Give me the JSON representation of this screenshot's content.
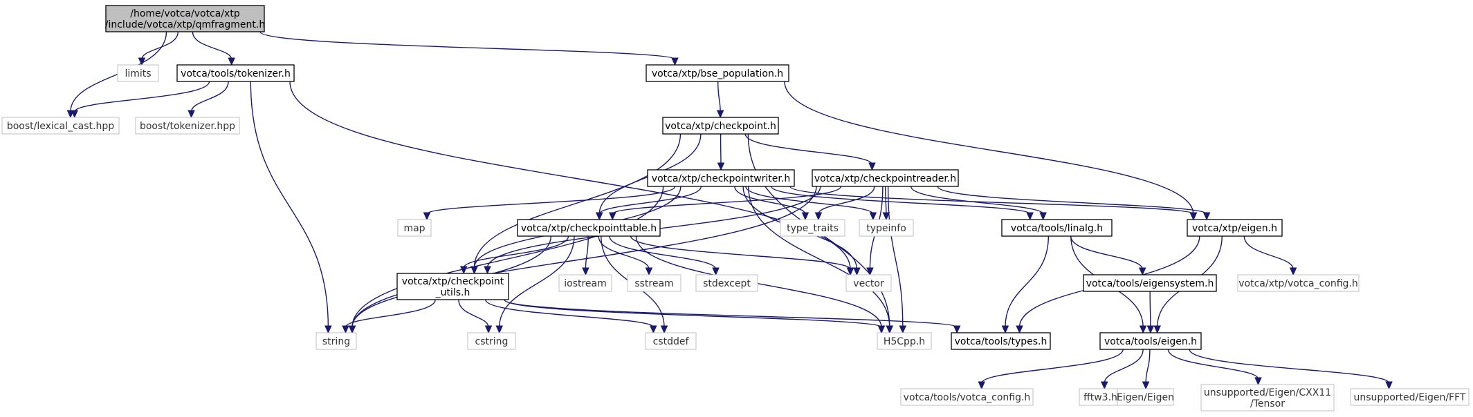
{
  "graph": {
    "colors": {
      "edge": "#191970",
      "root_fill": "#bfbfbf",
      "node_border": "#000000",
      "system_border": "#bfbfbf"
    },
    "nodes": [
      {
        "id": "root",
        "kind": "root",
        "lines": [
          "/home/votca/votca/xtp",
          "/include/votca/xtp/qmfragment.h"
        ]
      },
      {
        "id": "limits",
        "kind": "sys",
        "lines": [
          "limits"
        ]
      },
      {
        "id": "tokenizer_h",
        "kind": "local",
        "lines": [
          "votca/tools/tokenizer.h"
        ]
      },
      {
        "id": "bse_population",
        "kind": "local",
        "lines": [
          "votca/xtp/bse_population.h"
        ]
      },
      {
        "id": "lexical_cast",
        "kind": "sys",
        "lines": [
          "boost/lexical_cast.hpp"
        ]
      },
      {
        "id": "boost_tokenizer",
        "kind": "sys",
        "lines": [
          "boost/tokenizer.hpp"
        ]
      },
      {
        "id": "checkpoint_h",
        "kind": "local",
        "lines": [
          "votca/xtp/checkpoint.h"
        ]
      },
      {
        "id": "checkpointwriter",
        "kind": "local",
        "lines": [
          "votca/xtp/checkpointwriter.h"
        ]
      },
      {
        "id": "checkpointreader",
        "kind": "local",
        "lines": [
          "votca/xtp/checkpointreader.h"
        ]
      },
      {
        "id": "map",
        "kind": "sys",
        "lines": [
          "map"
        ]
      },
      {
        "id": "checkpointtable",
        "kind": "local",
        "lines": [
          "votca/xtp/checkpointtable.h"
        ]
      },
      {
        "id": "type_traits",
        "kind": "sys",
        "lines": [
          "type_traits"
        ]
      },
      {
        "id": "typeinfo",
        "kind": "sys",
        "lines": [
          "typeinfo"
        ]
      },
      {
        "id": "linalg",
        "kind": "local",
        "lines": [
          "votca/tools/linalg.h"
        ]
      },
      {
        "id": "xtp_eigen",
        "kind": "local",
        "lines": [
          "votca/xtp/eigen.h"
        ]
      },
      {
        "id": "checkpoint_utils",
        "kind": "local",
        "lines": [
          "votca/xtp/checkpoint",
          "_utils.h"
        ]
      },
      {
        "id": "iostream",
        "kind": "sys",
        "lines": [
          "iostream"
        ]
      },
      {
        "id": "sstream",
        "kind": "sys",
        "lines": [
          "sstream"
        ]
      },
      {
        "id": "stdexcept",
        "kind": "sys",
        "lines": [
          "stdexcept"
        ]
      },
      {
        "id": "vector",
        "kind": "sys",
        "lines": [
          "vector"
        ]
      },
      {
        "id": "eigensystem",
        "kind": "local",
        "lines": [
          "votca/tools/eigensystem.h"
        ]
      },
      {
        "id": "xtp_votca_config",
        "kind": "sys",
        "lines": [
          "votca/xtp/votca_config.h"
        ]
      },
      {
        "id": "string",
        "kind": "sys",
        "lines": [
          "string"
        ]
      },
      {
        "id": "cstring",
        "kind": "sys",
        "lines": [
          "cstring"
        ]
      },
      {
        "id": "cstddef",
        "kind": "sys",
        "lines": [
          "cstddef"
        ]
      },
      {
        "id": "h5cpp",
        "kind": "sys",
        "lines": [
          "H5Cpp.h"
        ]
      },
      {
        "id": "tools_types",
        "kind": "local",
        "lines": [
          "votca/tools/types.h"
        ]
      },
      {
        "id": "tools_eigen",
        "kind": "local",
        "lines": [
          "votca/tools/eigen.h"
        ]
      },
      {
        "id": "tools_votca_config",
        "kind": "sys",
        "lines": [
          "votca/tools/votca_config.h"
        ]
      },
      {
        "id": "fftw3",
        "kind": "sys",
        "lines": [
          "fftw3.h"
        ]
      },
      {
        "id": "eigen_eigen",
        "kind": "sys",
        "lines": [
          "Eigen/Eigen"
        ]
      },
      {
        "id": "eigen_tensor",
        "kind": "sys",
        "lines": [
          "unsupported/Eigen/CXX11",
          "/Tensor"
        ]
      },
      {
        "id": "eigen_fft",
        "kind": "sys",
        "lines": [
          "unsupported/Eigen/FFT"
        ]
      }
    ],
    "edges": [
      [
        "root",
        "lexical_cast"
      ],
      [
        "root",
        "limits"
      ],
      [
        "root",
        "tokenizer_h"
      ],
      [
        "root",
        "bse_population"
      ],
      [
        "tokenizer_h",
        "lexical_cast"
      ],
      [
        "tokenizer_h",
        "boost_tokenizer"
      ],
      [
        "tokenizer_h",
        "string"
      ],
      [
        "tokenizer_h",
        "vector"
      ],
      [
        "bse_population",
        "checkpoint_h"
      ],
      [
        "bse_population",
        "xtp_eigen"
      ],
      [
        "checkpoint_h",
        "checkpointwriter"
      ],
      [
        "checkpoint_h",
        "checkpointreader"
      ],
      [
        "checkpoint_h",
        "checkpointtable"
      ],
      [
        "checkpoint_h",
        "checkpoint_utils"
      ],
      [
        "checkpoint_h",
        "h5cpp"
      ],
      [
        "checkpointwriter",
        "map"
      ],
      [
        "checkpointwriter",
        "checkpointtable"
      ],
      [
        "checkpointwriter",
        "type_traits"
      ],
      [
        "checkpointwriter",
        "typeinfo"
      ],
      [
        "checkpointwriter",
        "linalg"
      ],
      [
        "checkpointwriter",
        "xtp_eigen"
      ],
      [
        "checkpointwriter",
        "checkpoint_utils"
      ],
      [
        "checkpointwriter",
        "vector"
      ],
      [
        "checkpointwriter",
        "string"
      ],
      [
        "checkpointwriter",
        "h5cpp"
      ],
      [
        "checkpointreader",
        "checkpointtable"
      ],
      [
        "checkpointreader",
        "type_traits"
      ],
      [
        "checkpointreader",
        "typeinfo"
      ],
      [
        "checkpointreader",
        "linalg"
      ],
      [
        "checkpointreader",
        "xtp_eigen"
      ],
      [
        "checkpointreader",
        "checkpoint_utils"
      ],
      [
        "checkpointreader",
        "vector"
      ],
      [
        "checkpointreader",
        "h5cpp"
      ],
      [
        "checkpointreader",
        "string"
      ],
      [
        "checkpointtable",
        "checkpoint_utils"
      ],
      [
        "checkpointtable",
        "iostream"
      ],
      [
        "checkpointtable",
        "sstream"
      ],
      [
        "checkpointtable",
        "stdexcept"
      ],
      [
        "checkpointtable",
        "vector"
      ],
      [
        "checkpointtable",
        "string"
      ],
      [
        "checkpointtable",
        "cstring"
      ],
      [
        "checkpointtable",
        "cstddef"
      ],
      [
        "checkpointtable",
        "h5cpp"
      ],
      [
        "checkpoint_utils",
        "string"
      ],
      [
        "checkpoint_utils",
        "cstring"
      ],
      [
        "checkpoint_utils",
        "cstddef"
      ],
      [
        "checkpoint_utils",
        "h5cpp"
      ],
      [
        "checkpoint_utils",
        "tools_types"
      ],
      [
        "linalg",
        "eigensystem"
      ],
      [
        "linalg",
        "tools_eigen"
      ],
      [
        "linalg",
        "tools_types"
      ],
      [
        "xtp_eigen",
        "xtp_votca_config"
      ],
      [
        "xtp_eigen",
        "tools_eigen"
      ],
      [
        "xtp_eigen",
        "tools_types"
      ],
      [
        "eigensystem",
        "tools_eigen"
      ],
      [
        "tools_eigen",
        "tools_votca_config"
      ],
      [
        "tools_eigen",
        "fftw3"
      ],
      [
        "tools_eigen",
        "eigen_eigen"
      ],
      [
        "tools_eigen",
        "eigen_tensor"
      ],
      [
        "tools_eigen",
        "eigen_fft"
      ]
    ]
  }
}
